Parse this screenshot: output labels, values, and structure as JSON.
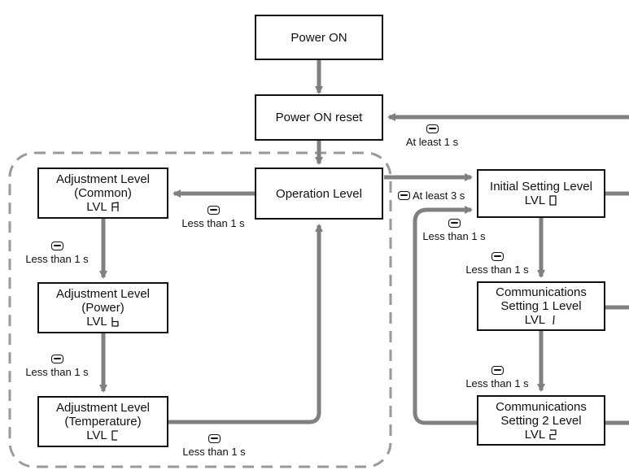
{
  "boxes": {
    "power_on": {
      "label": "Power ON"
    },
    "power_on_reset": {
      "label": "Power ON reset"
    },
    "operation_level": {
      "label": "Operation Level"
    },
    "adj_common": {
      "line1": "Adjustment Level",
      "line2": "(Common)",
      "lvl_prefix": "LVL",
      "lvl_code": "A"
    },
    "adj_power": {
      "line1": "Adjustment Level",
      "line2": "(Power)",
      "lvl_prefix": "LVL",
      "lvl_code": "b"
    },
    "adj_temp": {
      "line1": "Adjustment Level",
      "line2": "(Temperature)",
      "lvl_prefix": "LVL",
      "lvl_code": "C"
    },
    "initial_setting": {
      "line1": "Initial Setting Level",
      "lvl_prefix": "LVL",
      "lvl_code": "0"
    },
    "comm1": {
      "line1": "Communications",
      "line2": "Setting 1 Level",
      "lvl_prefix": "LVL",
      "lvl_code": "1"
    },
    "comm2": {
      "line1": "Communications",
      "line2": "Setting 2 Level",
      "lvl_prefix": "LVL",
      "lvl_code": "2"
    }
  },
  "labels": {
    "reset_at_least": "At least 1 s",
    "op_to_adj": "Less than 1 s",
    "adjc_to_adjp": "Less than 1 s",
    "adjp_to_adjt": "Less than 1 s",
    "adjt_to_op": "Less than 1 s",
    "op_to_init": "At least 3 s",
    "init_back": "Less than 1 s",
    "init_to_comm1": "Less than 1 s",
    "comm1_to_comm2": "Less than 1 s"
  },
  "icons": {
    "key": "level-key-icon"
  },
  "colors": {
    "line": "#808080",
    "box_border": "#111111",
    "dashed_region": "#9a9a9a"
  }
}
